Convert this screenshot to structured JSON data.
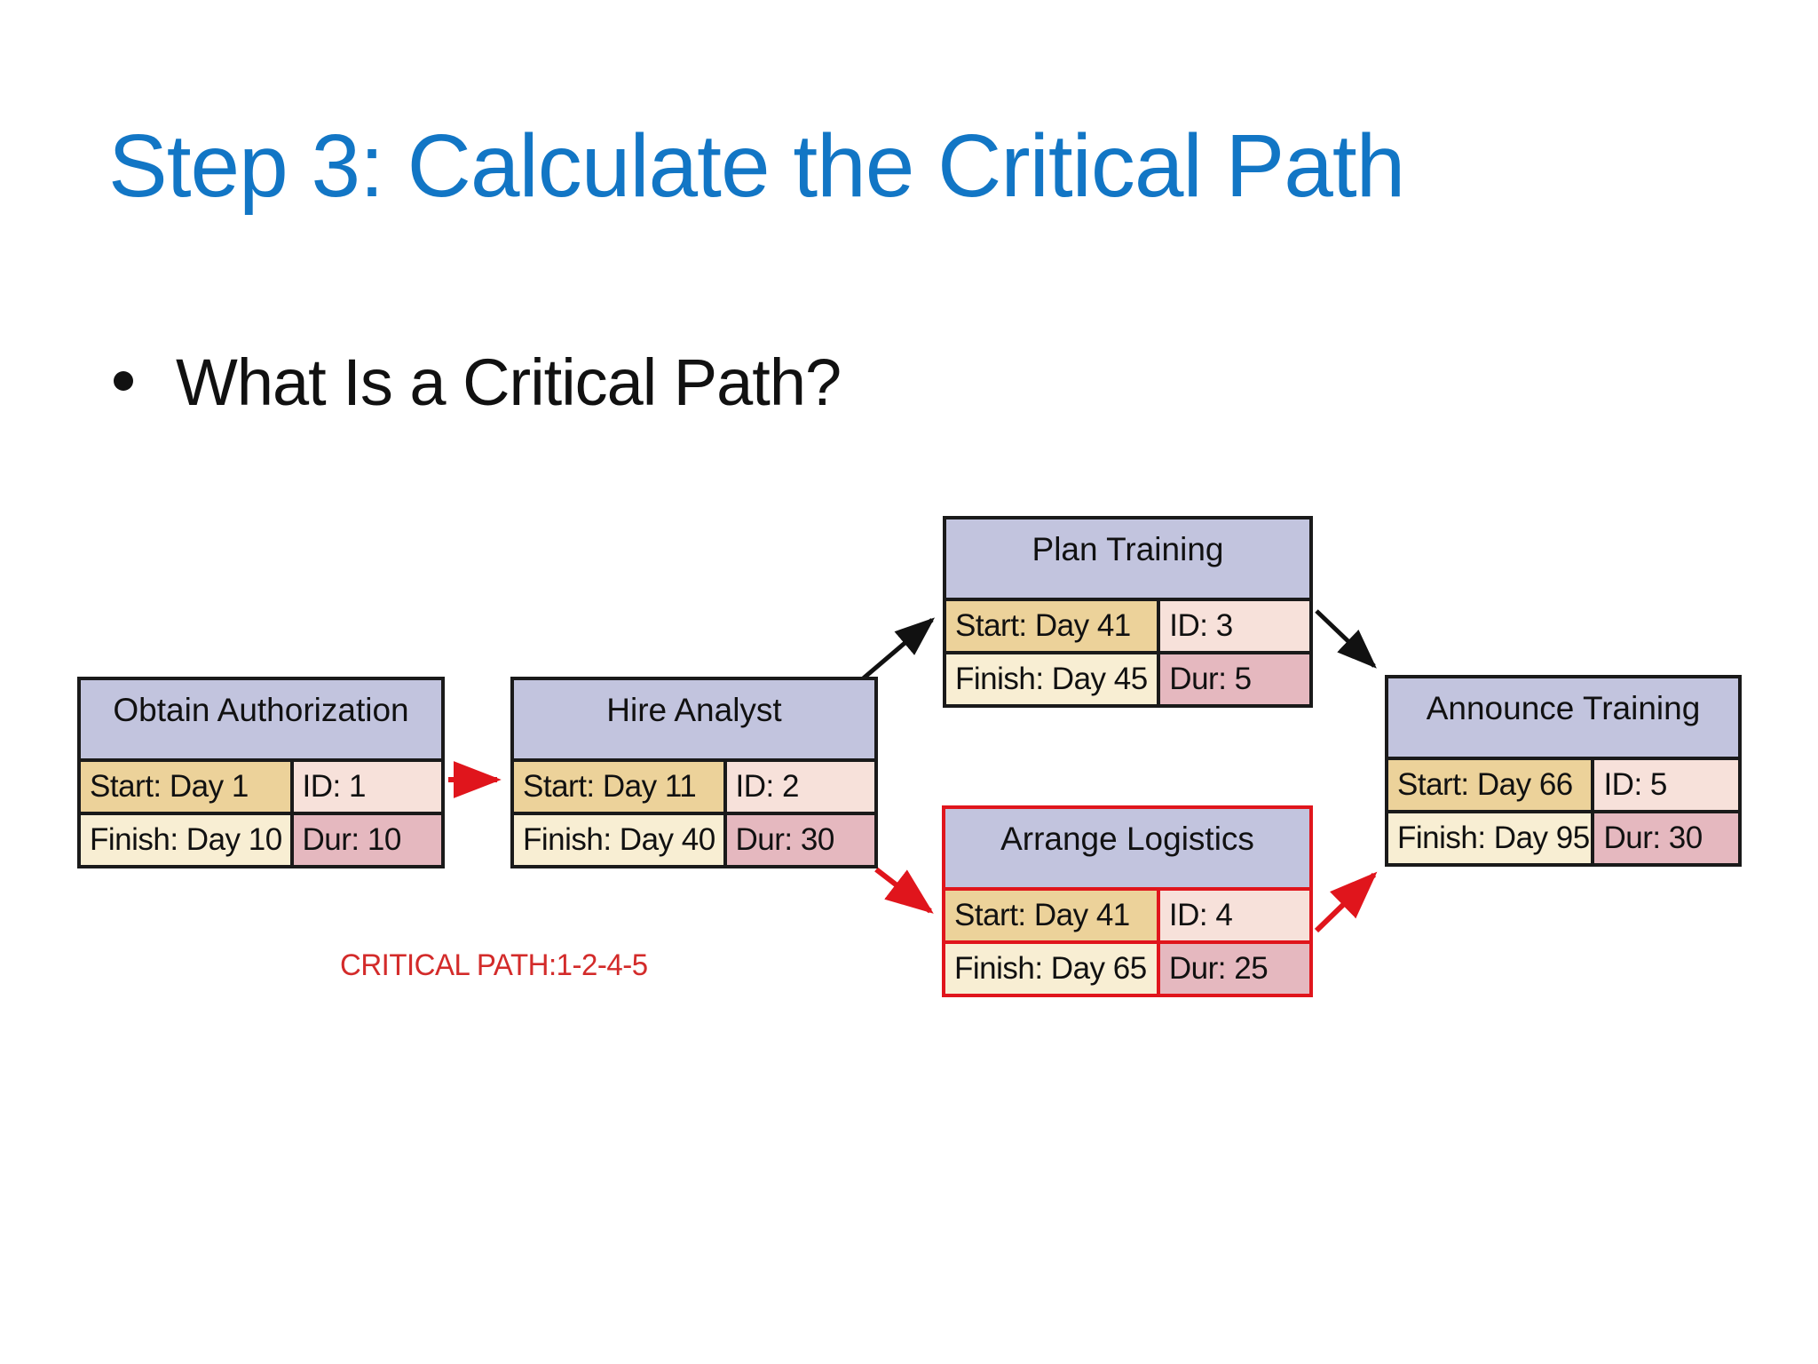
{
  "slide": {
    "title": "Step 3: Calculate the Critical Path",
    "bullet_text": "What Is a Critical Path?",
    "critical_path_label": "CRITICAL PATH:1-2-4-5"
  },
  "colors": {
    "title_blue": "#1276c5",
    "critical_red": "#e0151c",
    "critical_text_red": "#d32b2a",
    "arrow_black": "#111111",
    "cell_header_lavender": "#c2c4de",
    "cell_start_tan": "#ecd29a",
    "cell_id_pink": "#f7e1da",
    "cell_finish_cream": "#f8eed3",
    "cell_dur_rose": "#e5b8bf",
    "box_border_black": "#1a1a1a"
  },
  "tasks": [
    {
      "name": "Obtain Authorization",
      "start": "Start: Day 1",
      "id": "ID: 1",
      "finish": "Finish: Day 10",
      "dur": "Dur: 10",
      "critical": false
    },
    {
      "name": "Hire Analyst",
      "start": "Start: Day 11",
      "id": "ID: 2",
      "finish": "Finish: Day 40",
      "dur": "Dur: 30",
      "critical": false
    },
    {
      "name": "Plan Training",
      "start": "Start: Day 41",
      "id": "ID: 3",
      "finish": "Finish: Day 45",
      "dur": "Dur: 5",
      "critical": false
    },
    {
      "name": "Arrange Logistics",
      "start": "Start: Day 41",
      "id": "ID: 4",
      "finish": "Finish: Day 65",
      "dur": "Dur: 25",
      "critical": true
    },
    {
      "name": "Announce Training",
      "start": "Start: Day 66",
      "id": "ID: 5",
      "finish": "Finish: Day 95",
      "dur": "Dur: 30",
      "critical": false
    }
  ],
  "edges": [
    {
      "from": "1",
      "to": "2",
      "critical": true,
      "color": "red"
    },
    {
      "from": "2",
      "to": "3",
      "critical": false,
      "color": "black"
    },
    {
      "from": "2",
      "to": "4",
      "critical": true,
      "color": "red"
    },
    {
      "from": "3",
      "to": "5",
      "critical": false,
      "color": "black"
    },
    {
      "from": "4",
      "to": "5",
      "critical": true,
      "color": "red"
    }
  ]
}
